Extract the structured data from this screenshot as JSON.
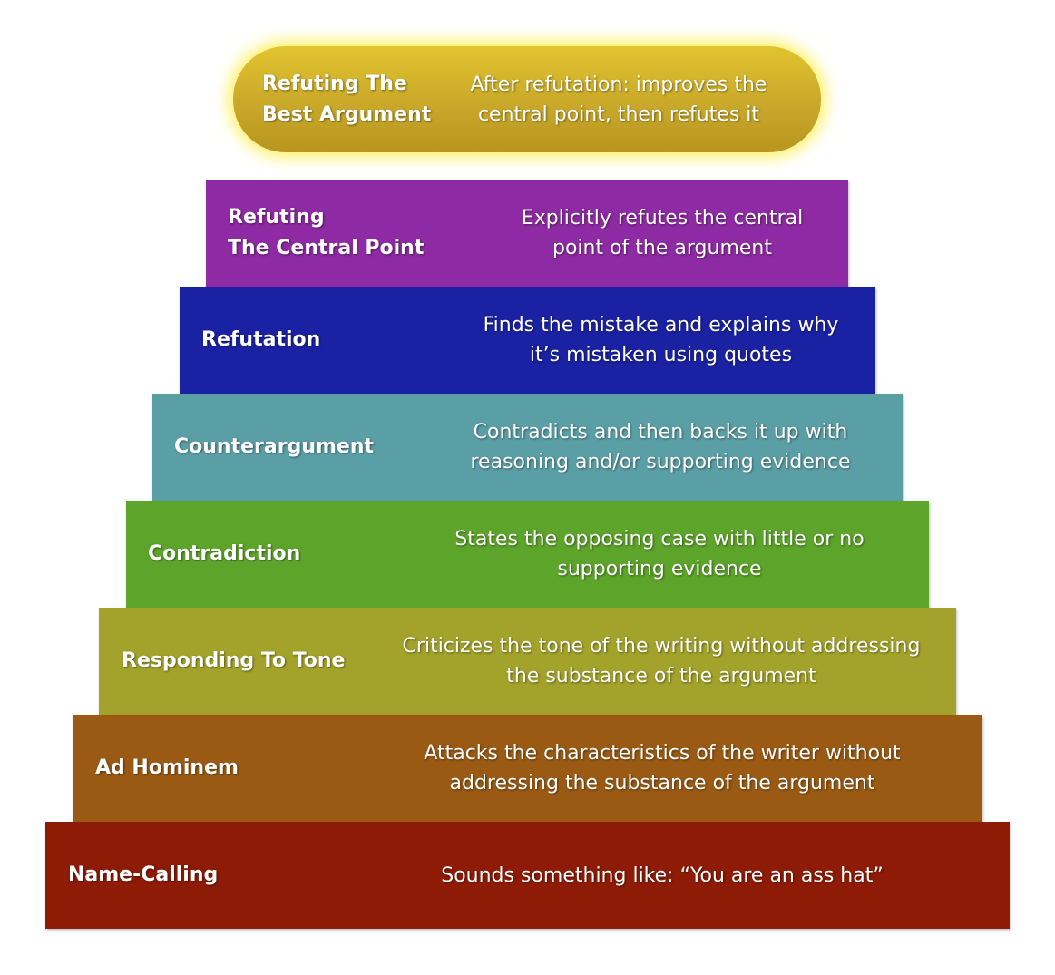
{
  "levels": [
    {
      "name": "Refuting The\nBest Argument",
      "description": "After refutation: improves the\ncentral point, then refutes it",
      "color": "#c9a82a"
    },
    {
      "name": "Refuting\nThe Central Point",
      "description": "Explicitly refutes the central\npoint of the argument",
      "color": "#8e2aa3"
    },
    {
      "name": "Refutation",
      "description": "Finds the mistake and explains why\nit’s mistaken using quotes",
      "color": "#1a22a3"
    },
    {
      "name": "Counterargument",
      "description": "Contradicts and then backs it up with\nreasoning and/or supporting evidence",
      "color": "#5a9fa6"
    },
    {
      "name": "Contradiction",
      "description": "States the opposing case with little or no\nsupporting evidence",
      "color": "#5da42a"
    },
    {
      "name": "Responding To Tone",
      "description": "Criticizes the tone of the writing without addressing\nthe substance of the argument",
      "color": "#a3a32b"
    },
    {
      "name": "Ad Hominem",
      "description": "Attacks the characteristics of the writer without\naddressing the substance of the argument",
      "color": "#9a5a14"
    },
    {
      "name": "Name-Calling",
      "description": "Sounds something like: “You are an ass hat”",
      "color": "#8e1b06"
    }
  ]
}
